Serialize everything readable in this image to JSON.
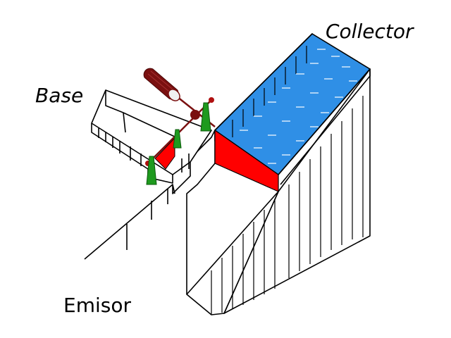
{
  "labels": {
    "collector": "Collector",
    "base": "Base",
    "emisor": "Emisor"
  },
  "colors": {
    "water": "#2f8fe6",
    "gate": "#ff0000",
    "roller": "#7a1010",
    "post": "#1e9a1e",
    "line": "#000000"
  }
}
